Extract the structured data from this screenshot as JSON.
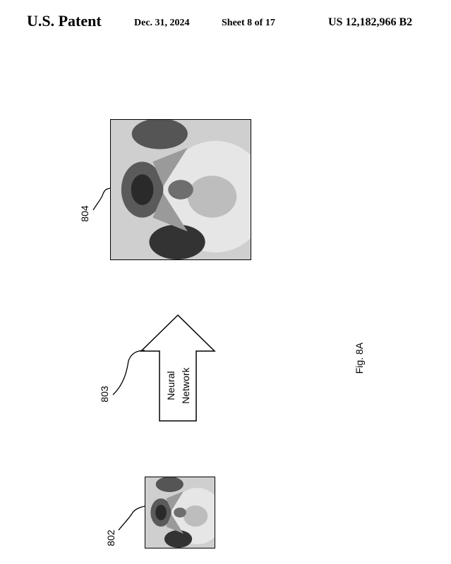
{
  "header": {
    "title": "U.S. Patent",
    "date": "Dec. 31, 2024",
    "sheet": "Sheet 8 of 17",
    "patent_number": "US 12,182,966 B2"
  },
  "figure": {
    "label": "Fig. 8A",
    "refs": {
      "output_image": "804",
      "network": "803",
      "input_image": "802"
    },
    "arrow_text_line1": "Neural",
    "arrow_text_line2": "Network"
  }
}
